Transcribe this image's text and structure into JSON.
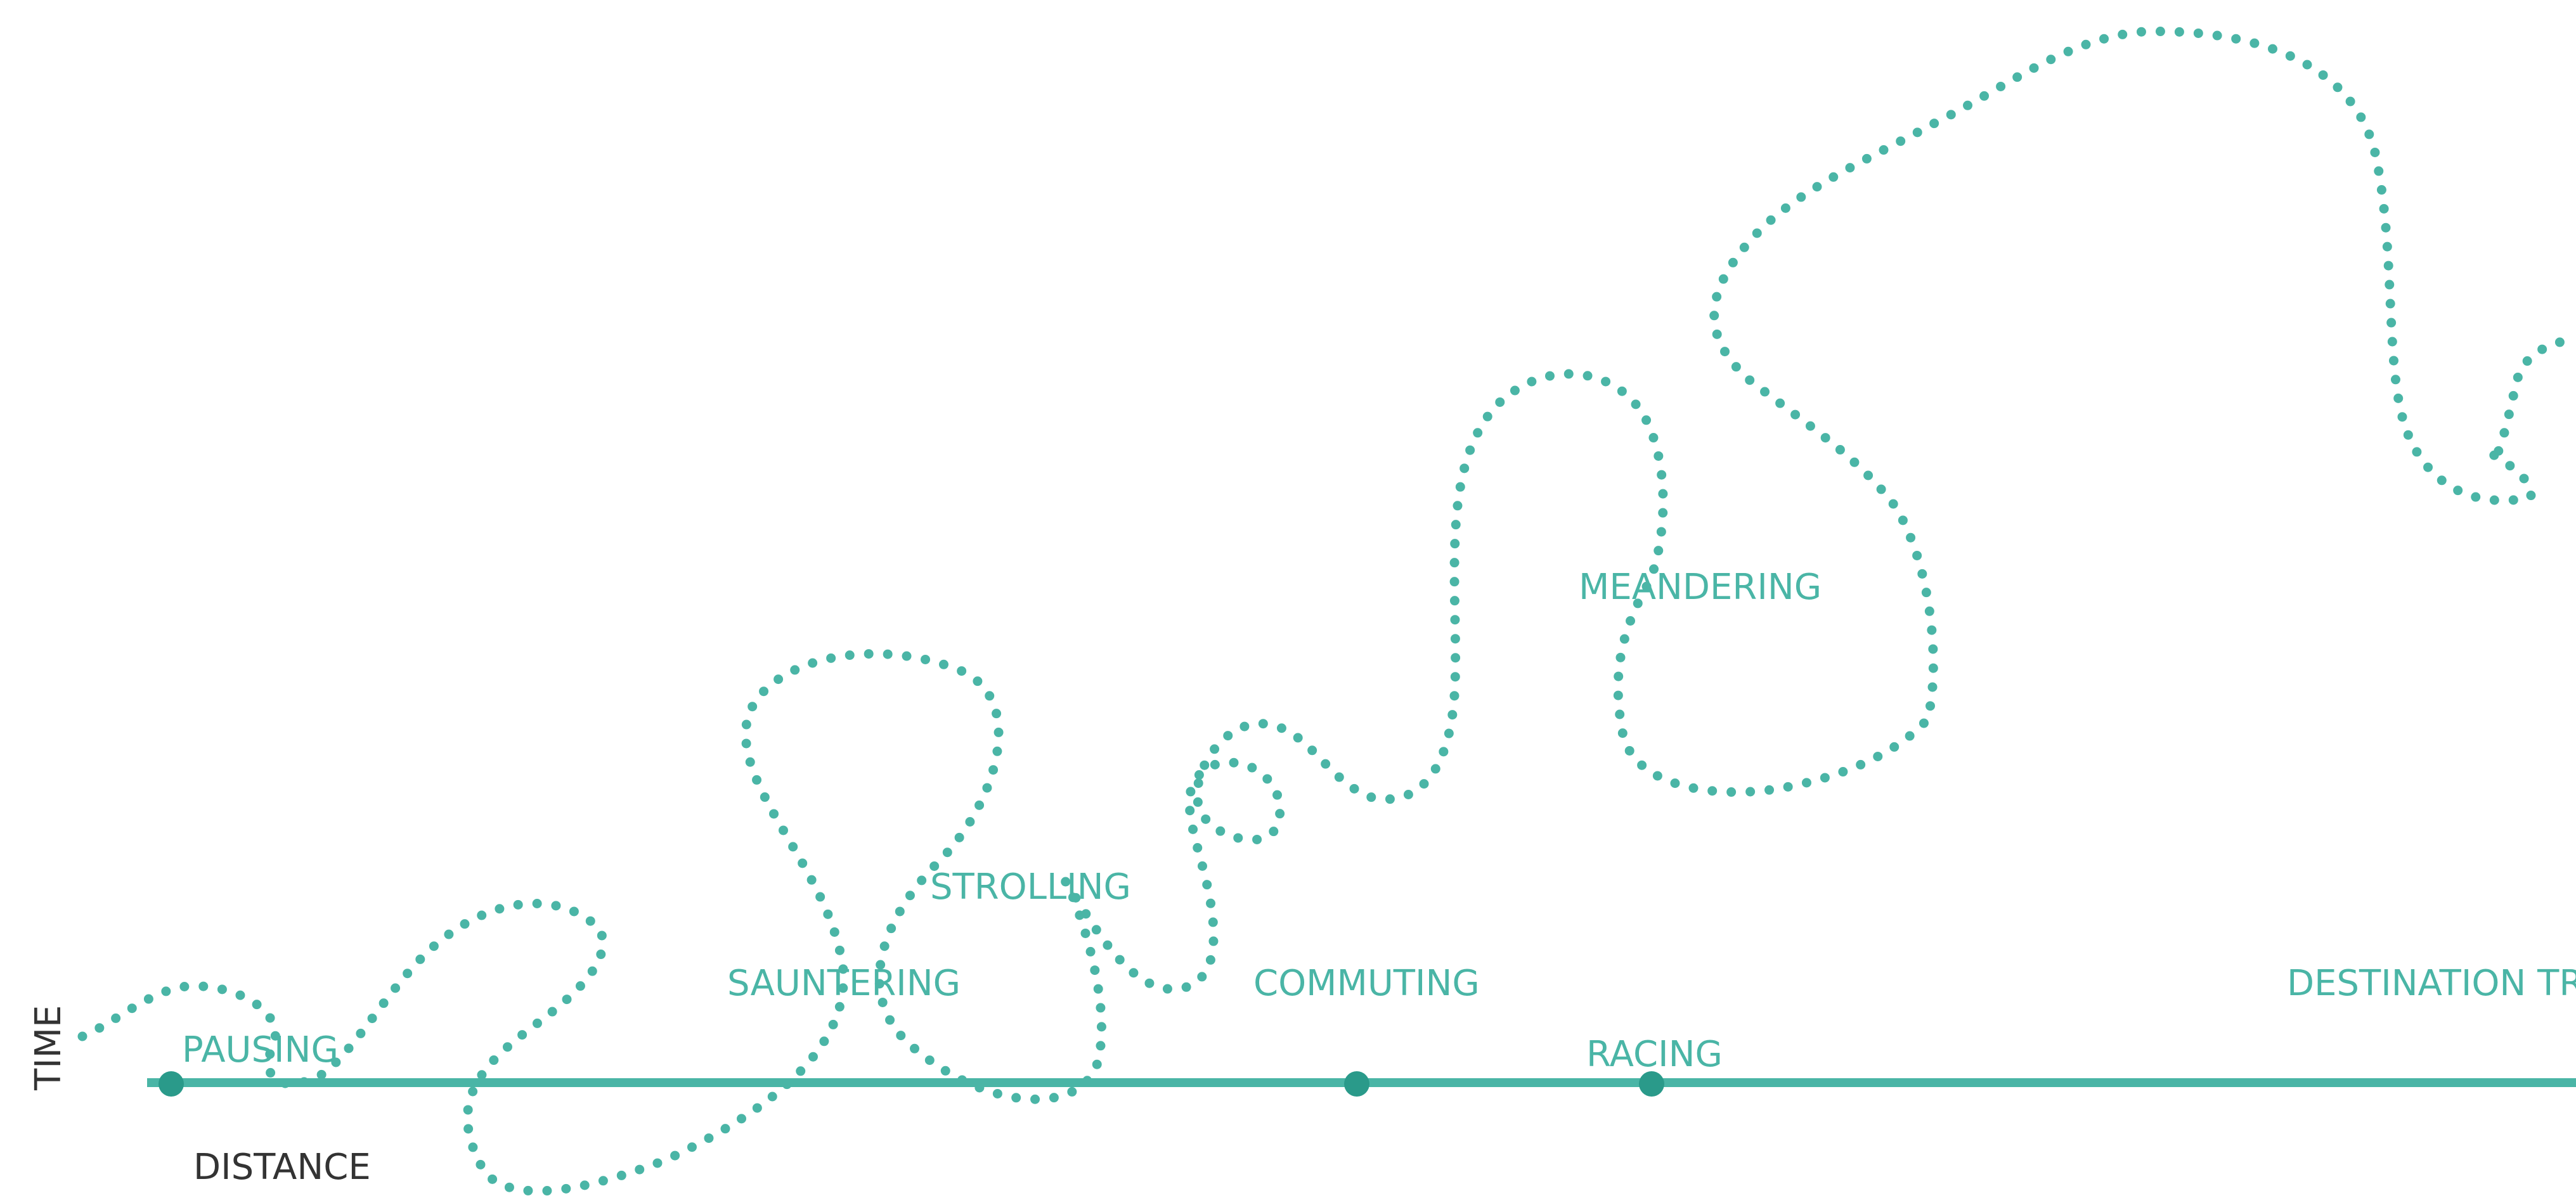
{
  "colors": {
    "accent": "#4ab5a6",
    "accent_dark": "#2a9a8a",
    "text_dark": "#333333",
    "background": "#ffffff"
  },
  "axes": {
    "y_label": "TIME",
    "x_label": "DISTANCE"
  },
  "activities": [
    {
      "id": "pausing",
      "label": "PAUSING"
    },
    {
      "id": "sauntering",
      "label": "SAUNTERING"
    },
    {
      "id": "strolling",
      "label": "STROLLING"
    },
    {
      "id": "commuting",
      "label": "COMMUTING"
    },
    {
      "id": "meandering",
      "label": "MEANDERING"
    },
    {
      "id": "racing",
      "label": "RACING"
    },
    {
      "id": "destination_trip",
      "label": "DESTINATION TRIP"
    }
  ],
  "markers": [
    "pausing",
    "commuting",
    "racing"
  ]
}
